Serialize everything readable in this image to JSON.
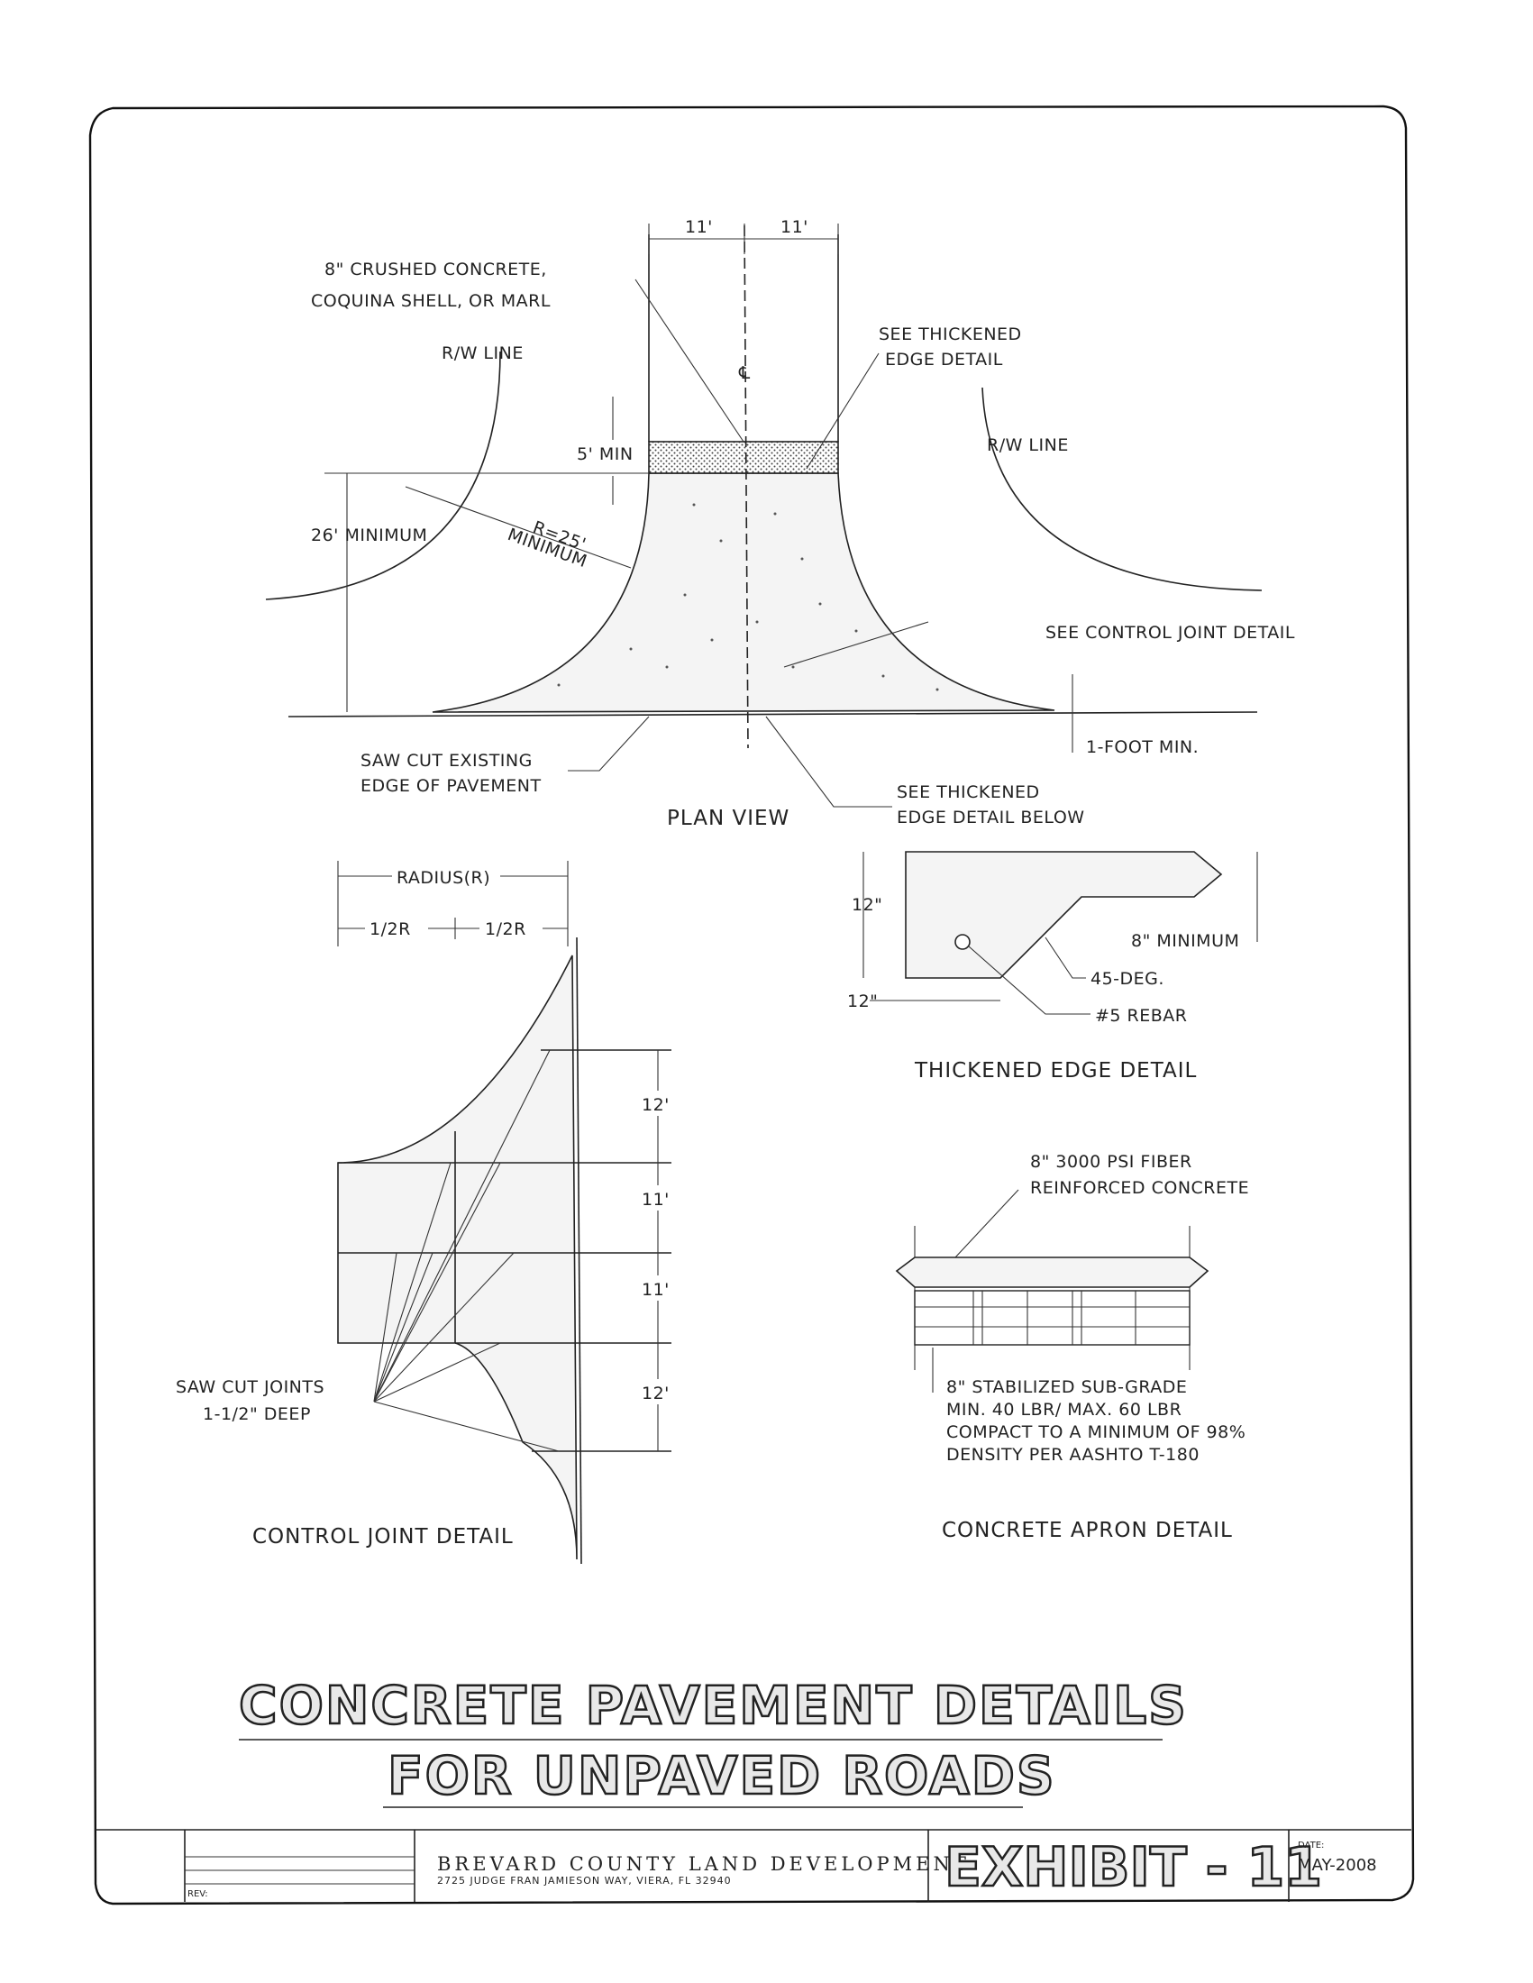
{
  "plan_view": {
    "title": "PLAN VIEW",
    "dim_left": "11'",
    "dim_right": "11'",
    "centerline": "℄",
    "crushed_line1": "8\" CRUSHED CONCRETE,",
    "crushed_line2": "COQUINA SHELL, OR MARL",
    "rw_line_left": "R/W LINE",
    "rw_line_right": "R/W LINE",
    "see_thickened1": "SEE THICKENED",
    "see_thickened2": "EDGE DETAIL",
    "five_min": "5' MIN",
    "radius_line1": "R=25'",
    "radius_line2": "MINIMUM",
    "min26": "26' MINIMUM",
    "control_joint": "SEE CONTROL JOINT DETAIL",
    "one_foot": "1-FOOT MIN.",
    "saw_cut1": "SAW CUT EXISTING",
    "saw_cut2": "EDGE OF PAVEMENT",
    "see_below1": "SEE THICKENED",
    "see_below2": "EDGE DETAIL BELOW"
  },
  "control_joint": {
    "title": "CONTROL JOINT DETAIL",
    "radius": "RADIUS(R)",
    "half_left": "1/2R",
    "half_right": "1/2R",
    "dims": [
      "12'",
      "11'",
      "11'",
      "12'"
    ],
    "saw_joints1": "SAW CUT JOINTS",
    "saw_joints2": "1-1/2\" DEEP"
  },
  "thickened_edge": {
    "title": "THICKENED EDGE DETAIL",
    "dim_height": "12\"",
    "dim_width": "12\"",
    "minimum": "8\" MINIMUM",
    "deg": "45-DEG.",
    "rebar": "#5 REBAR"
  },
  "apron": {
    "title": "CONCRETE APRON DETAIL",
    "top1": "8\" 3000 PSI FIBER",
    "top2": "REINFORCED CONCRETE",
    "sub1": "8\" STABILIZED SUB-GRADE",
    "sub2": "MIN. 40 LBR/ MAX. 60 LBR",
    "sub3": "COMPACT TO A MINIMUM OF 98%",
    "sub4": "DENSITY PER AASHTO T-180"
  },
  "sheet": {
    "title1": "CONCRETE PAVEMENT DETAILS",
    "title2": "FOR UNPAVED ROADS",
    "org": "BREVARD COUNTY LAND DEVELOPMENT",
    "address": "2725 JUDGE FRAN JAMIESON WAY,  VIERA, FL  32940",
    "exhibit": "EXHIBIT - 11",
    "date_label": "DATE:",
    "date": "MAY-2008",
    "rev": "REV:"
  }
}
